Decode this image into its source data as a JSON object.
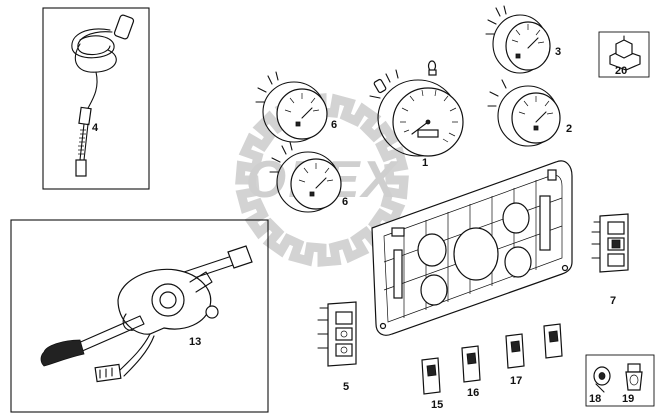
{
  "callouts": {
    "c1": "1",
    "c2": "2",
    "c3": "3",
    "c4": "4",
    "c5": "5",
    "c6a": "6",
    "c6b": "6",
    "c7": "7",
    "c13": "13",
    "c15": "15",
    "c16": "16",
    "c17": "17",
    "c18": "18",
    "c19": "19",
    "c20": "20"
  },
  "watermark": "OPEX",
  "colors": {
    "line": "#111111",
    "watermark": "#d3d3d3",
    "background": "#ffffff"
  }
}
